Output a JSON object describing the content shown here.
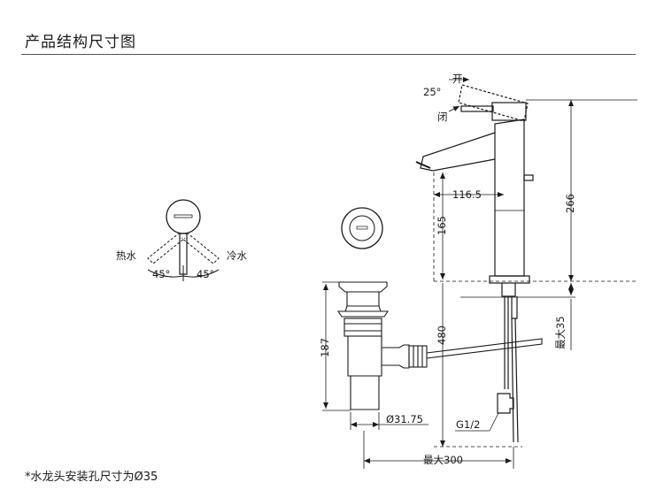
{
  "header": {
    "title": "产品结构尺寸图"
  },
  "handle_view": {
    "hot_label": "热水",
    "cold_label": "冷水",
    "left_angle": "45°",
    "right_angle": "45°"
  },
  "side_view": {
    "tilt_angle": "25°",
    "open_label": "开",
    "closed_label": "闭",
    "spout_reach": "116.5",
    "height_total": "266",
    "spout_height": "165",
    "deck_max": "最大35",
    "below_deck": "480",
    "drain_height": "187",
    "drain_dia": "Ø31.75",
    "thread": "G1/2",
    "max_width": "最大300"
  },
  "footnote": "*水龙头安装孔尺寸为Ø35"
}
